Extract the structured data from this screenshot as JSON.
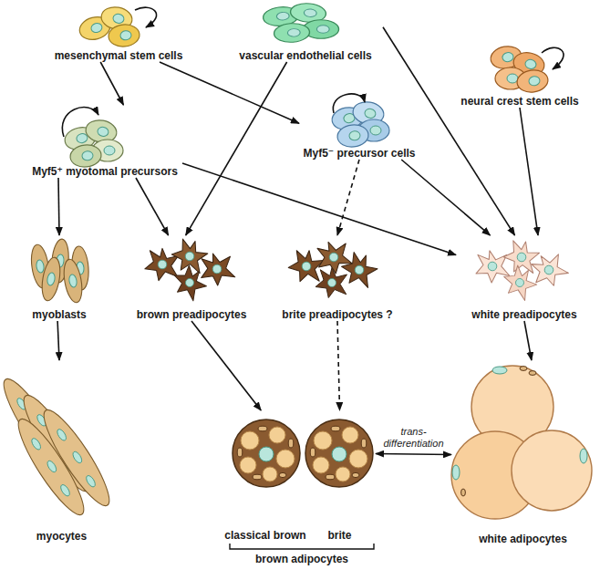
{
  "diagram": {
    "nodes": [
      {
        "text": [
          "mesenchymal stem cells"
        ]
      },
      {
        "text": [
          "vascular endothelial cells"
        ]
      },
      {
        "text": [
          "neural crest stem cells"
        ]
      },
      {
        "text": [
          "Myf5⁺ myotomal precursors"
        ]
      },
      {
        "text": [
          "Myf5⁻ precursor cells"
        ]
      },
      {
        "text": [
          "myoblasts"
        ]
      },
      {
        "text": [
          "brown preadipocytes"
        ]
      },
      {
        "text": [
          "brite preadipocytes ?"
        ]
      },
      {
        "text": [
          "white preadipocytes"
        ]
      },
      {
        "text": [
          "myocytes"
        ]
      },
      {
        "text": [
          "classical brown"
        ]
      },
      {
        "text": [
          "brite"
        ]
      },
      {
        "text": [
          "white adipocytes"
        ]
      }
    ],
    "edges": [
      {
        "from": 0,
        "to": 3,
        "arrow": "to"
      },
      {
        "from": 0,
        "to": 4,
        "arrow": "to"
      },
      {
        "from": 1,
        "to": 6,
        "arrow": "to"
      },
      {
        "from": 1,
        "to": 8,
        "arrow": "to"
      },
      {
        "from": 2,
        "to": 8,
        "arrow": "to"
      },
      {
        "from": 3,
        "to": 5,
        "arrow": "to"
      },
      {
        "from": 3,
        "to": 6,
        "arrow": "to"
      },
      {
        "from": 3,
        "to": 8,
        "arrow": "to"
      },
      {
        "from": 4,
        "to": 7,
        "arrow": "to"
      },
      {
        "from": 4,
        "to": 8,
        "arrow": "to"
      },
      {
        "from": 5,
        "to": 9,
        "arrow": "to"
      },
      {
        "from": 6,
        "to": 10,
        "arrow": "to"
      },
      {
        "from": 7,
        "to": 11,
        "arrow": "to"
      },
      {
        "from": 8,
        "to": 12,
        "arrow": "to"
      },
      {
        "from": 11,
        "to": 12,
        "arrow": "both",
        "label": "trans- differentiation"
      }
    ],
    "labels": [
      "brown adipocytes"
    ]
  }
}
